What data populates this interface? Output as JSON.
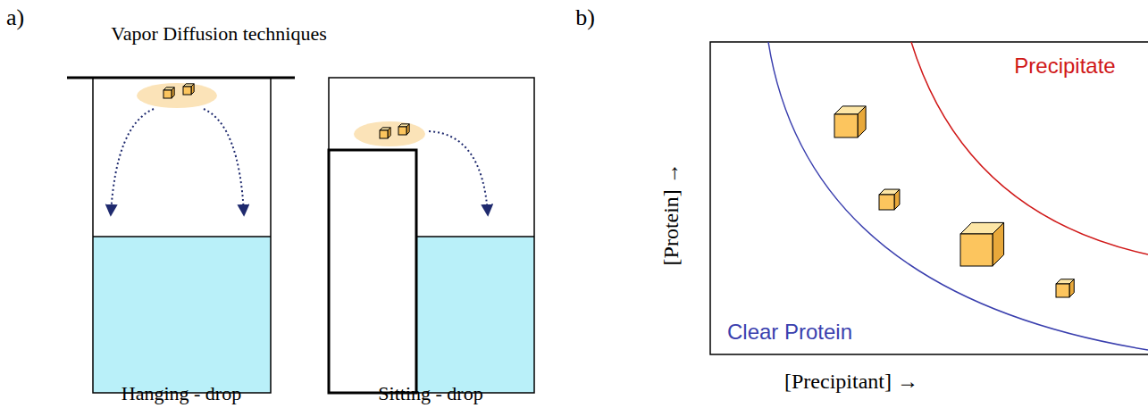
{
  "diagram": {
    "title": "Vapor Diffusion techniques",
    "labels": [
      "a)",
      "Hanging - drop",
      "Sitting - drop",
      "b)",
      "Precipitate",
      "Clear Protein",
      "[Protein] →",
      "[Precipitant] →"
    ]
  }
}
